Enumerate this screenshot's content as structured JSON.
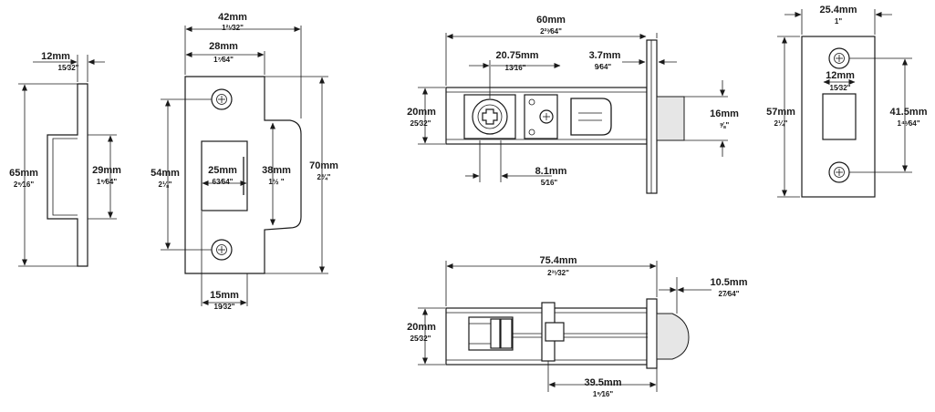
{
  "colors": {
    "line": "#1a1a1a",
    "background": "#ffffff",
    "shade": "#e6e6e6"
  },
  "keep_side": {
    "width": {
      "mm": "12mm",
      "in": "15⁄32\""
    },
    "height": {
      "mm": "65mm",
      "in": "2⁹⁄16\""
    },
    "recess": {
      "mm": "29mm",
      "in": "1⁹⁄64\""
    }
  },
  "strike_plate": {
    "total_width": {
      "mm": "42mm",
      "in": "1²¹⁄32\""
    },
    "plate_width": {
      "mm": "28mm",
      "in": "1⁷⁄64\""
    },
    "hole_spacing": {
      "mm": "54mm",
      "in": "2⅛\""
    },
    "slot_width": {
      "mm": "25mm",
      "in": "63⁄64\""
    },
    "lip": {
      "mm": "38mm",
      "in": "1½ \""
    },
    "height": {
      "mm": "70mm",
      "in": "2¾\""
    },
    "bottom": {
      "mm": "15mm",
      "in": "19⁄32\""
    }
  },
  "latch_side": {
    "overall": {
      "mm": "60mm",
      "in": "2²³⁄64\""
    },
    "spindle_offset": {
      "mm": "20.75mm",
      "in": "13⁄16\""
    },
    "faceplate_thickness": {
      "mm": "3.7mm",
      "in": "9⁄64\""
    },
    "body_height": {
      "mm": "20mm",
      "in": "25⁄32\""
    },
    "bolt_height": {
      "mm": "16mm",
      "in": "⅝\""
    },
    "spindle_size": {
      "mm": "8.1mm",
      "in": "5⁄16\""
    }
  },
  "latch_top": {
    "overall": {
      "mm": "75.4mm",
      "in": "2³¹⁄32\""
    },
    "projection": {
      "mm": "10.5mm",
      "in": "27⁄64\""
    },
    "body_height": {
      "mm": "20mm",
      "in": "25⁄32\""
    },
    "backset": {
      "mm": "39.5mm",
      "in": "1⁹⁄16\""
    }
  },
  "forend": {
    "width": {
      "mm": "25.4mm",
      "in": "1\""
    },
    "slot_width": {
      "mm": "12mm",
      "in": "15⁄32\""
    },
    "height": {
      "mm": "57mm",
      "in": "2¼\""
    },
    "hole_spacing": {
      "mm": "41.5mm",
      "in": "1⁴¹⁄64\""
    }
  }
}
